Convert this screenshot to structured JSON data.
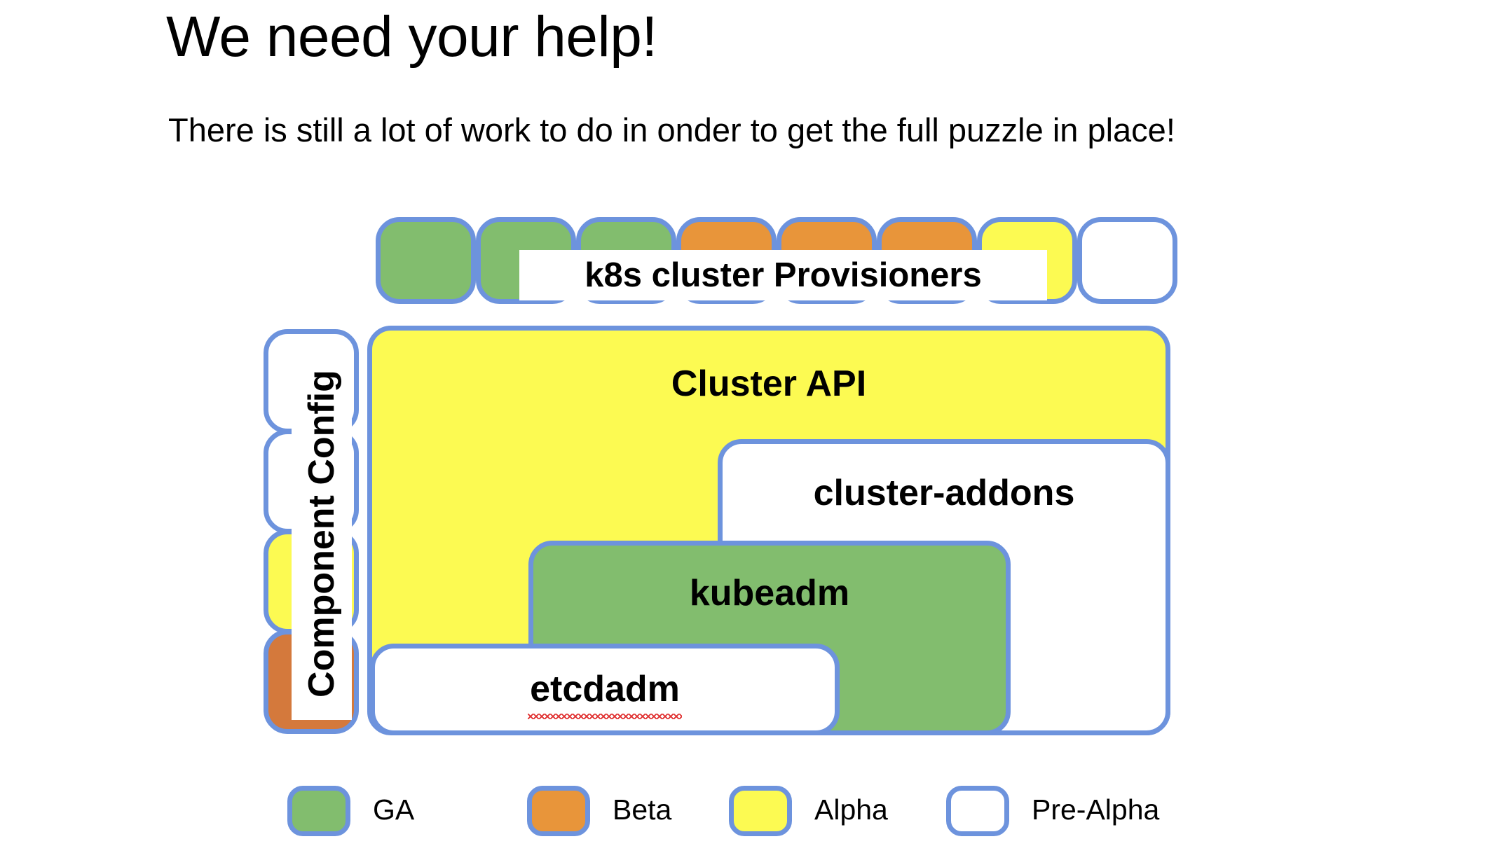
{
  "slide": {
    "title": "We need your help!",
    "subtitle": "There is still a lot of work to do in onder to get the full puzzle in place!"
  },
  "colors": {
    "ga": "#82bd6e",
    "beta": "#e8953a",
    "beta_component_config": "#d4793c",
    "alpha": "#fcfa52",
    "pre_alpha": "#ffffff",
    "border": "#6d93dd",
    "spellcheck_underline": "#e03030"
  },
  "provisioners": {
    "label": "k8s cluster Provisioners",
    "boxes": [
      {
        "status": "GA",
        "fill": "ga"
      },
      {
        "status": "GA",
        "fill": "ga"
      },
      {
        "status": "GA",
        "fill": "ga"
      },
      {
        "status": "Beta",
        "fill": "beta"
      },
      {
        "status": "Beta",
        "fill": "beta"
      },
      {
        "status": "Beta",
        "fill": "beta"
      },
      {
        "status": "Alpha",
        "fill": "alpha"
      },
      {
        "status": "Pre-Alpha",
        "fill": "pre"
      }
    ]
  },
  "component_config": {
    "label": "Component Config",
    "boxes": [
      {
        "status": "Pre-Alpha",
        "fill": "pre"
      },
      {
        "status": "Pre-Alpha",
        "fill": "pre"
      },
      {
        "status": "Alpha",
        "fill": "alpha"
      },
      {
        "status": "Beta",
        "fill": "beta"
      }
    ]
  },
  "stack": {
    "cluster_api": {
      "label": "Cluster API",
      "status": "Alpha"
    },
    "cluster_addons": {
      "label": "cluster-addons",
      "status": "Pre-Alpha"
    },
    "kubeadm": {
      "label": "kubeadm",
      "status": "GA"
    },
    "etcdadm": {
      "label": "etcdadm",
      "status": "Pre-Alpha",
      "misspelled": true
    }
  },
  "legend": {
    "items": [
      {
        "label": "GA",
        "fill": "ga"
      },
      {
        "label": "Beta",
        "fill": "beta"
      },
      {
        "label": "Alpha",
        "fill": "alpha"
      },
      {
        "label": "Pre-Alpha",
        "fill": "pre"
      }
    ]
  }
}
